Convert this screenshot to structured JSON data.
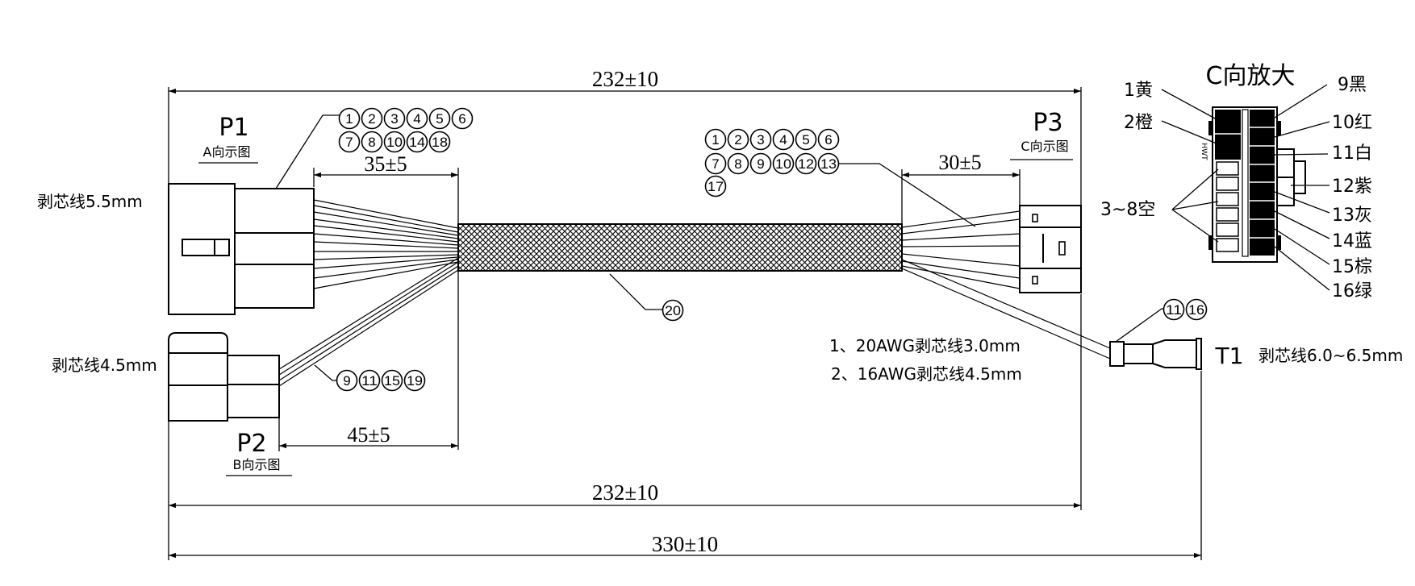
{
  "dimensions": {
    "top_overall": "232±10",
    "p1_breakout": "35±5",
    "p3_breakout": "30±5",
    "p2_breakout": "45±5",
    "bottom_overall": "232±10",
    "total_length": "330±10"
  },
  "connectors": {
    "p1": {
      "name": "P1",
      "view": "A向示图",
      "strip": "剥芯线5.5mm"
    },
    "p2": {
      "name": "P2",
      "view": "B向示图",
      "strip": "剥芯线4.5mm"
    },
    "p3": {
      "name": "P3",
      "view": "C向示图"
    },
    "t1": {
      "name": "T1",
      "strip": "剥芯线6.0~6.5mm"
    }
  },
  "callouts": {
    "p1_pins": [
      "1",
      "2",
      "3",
      "4",
      "5",
      "6",
      "7",
      "8",
      "10",
      "14",
      "18"
    ],
    "p3_pins": [
      "1",
      "2",
      "3",
      "4",
      "5",
      "6",
      "7",
      "8",
      "9",
      "10",
      "12",
      "13",
      "17"
    ],
    "p2_pins": [
      "9",
      "11",
      "15",
      "19"
    ],
    "t1_pins": [
      "11",
      "16"
    ],
    "sleeve": "20"
  },
  "notes": [
    "1、20AWG剥芯线3.0mm",
    "2、16AWG剥芯线4.5mm"
  ],
  "enlarged_view": {
    "title": "C向放大",
    "housing_mark": "HWT",
    "empty_pins": "3~8空",
    "left_labels": [
      "1黄",
      "2橙"
    ],
    "right_labels": [
      "9黑",
      "10红",
      "11白",
      "12紫",
      "13灰",
      "14蓝",
      "15棕",
      "16绿"
    ]
  }
}
